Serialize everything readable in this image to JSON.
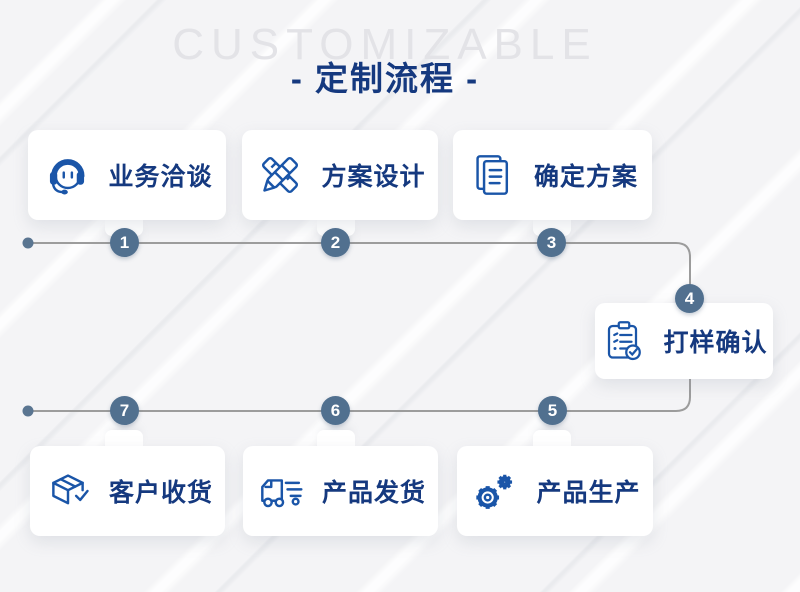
{
  "watermark": "CUSTOMIZABLE",
  "title": "- 定制流程 -",
  "steps": [
    {
      "number": "1",
      "label": "业务洽谈",
      "icon": "headset-icon"
    },
    {
      "number": "2",
      "label": "方案设计",
      "icon": "pencil-ruler-icon"
    },
    {
      "number": "3",
      "label": "确定方案",
      "icon": "documents-icon"
    },
    {
      "number": "4",
      "label": "打样确认",
      "icon": "clipboard-check-icon"
    },
    {
      "number": "5",
      "label": "产品生产",
      "icon": "gears-icon"
    },
    {
      "number": "6",
      "label": "产品发货",
      "icon": "truck-icon"
    },
    {
      "number": "7",
      "label": "客户收货",
      "icon": "package-check-icon"
    }
  ],
  "colors": {
    "accent": "#1a55a8",
    "navy": "#15397f",
    "circle": "#51708f",
    "line": "#9c9c9c",
    "bg": "#f4f4f6",
    "watermark": "#e3e3e7",
    "card": "#ffffff"
  }
}
